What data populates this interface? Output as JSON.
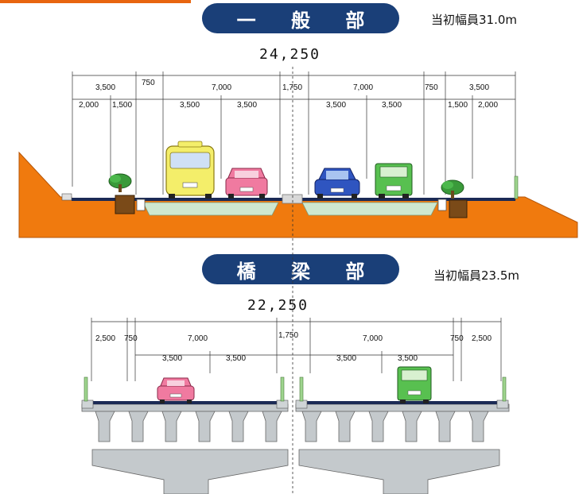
{
  "general": {
    "title": "一 般 部",
    "note": "当初幅員31.0m",
    "total_width": "24,250",
    "dims_row1": [
      "3,500",
      "750",
      "7,000",
      "1,750",
      "7,000",
      "750",
      "3,500"
    ],
    "dims_row2": [
      "2,000",
      "1,500",
      "3,500",
      "3,500",
      "3,500",
      "3,500",
      "1,500",
      "2,000"
    ]
  },
  "bridge": {
    "title": "橋 梁 部",
    "note": "当初幅員23.5m",
    "total_width": "22,250",
    "dims_row1": [
      "2,500",
      "750",
      "7,000",
      "1,750",
      "7,000",
      "750",
      "2,500"
    ],
    "dims_row2": [
      "3,500",
      "3,500",
      "3,500",
      "3,500"
    ]
  },
  "colors": {
    "pill": "#1a3f78",
    "embankment": "#f07a0e",
    "median_green": "#cfe8cf",
    "road": "#1b2a55",
    "pier": "#c4c9cc",
    "bus": "#f4ee6a",
    "car_pink": "#f07aa0",
    "car_blue": "#2f55c0",
    "truck_green": "#58c050"
  }
}
